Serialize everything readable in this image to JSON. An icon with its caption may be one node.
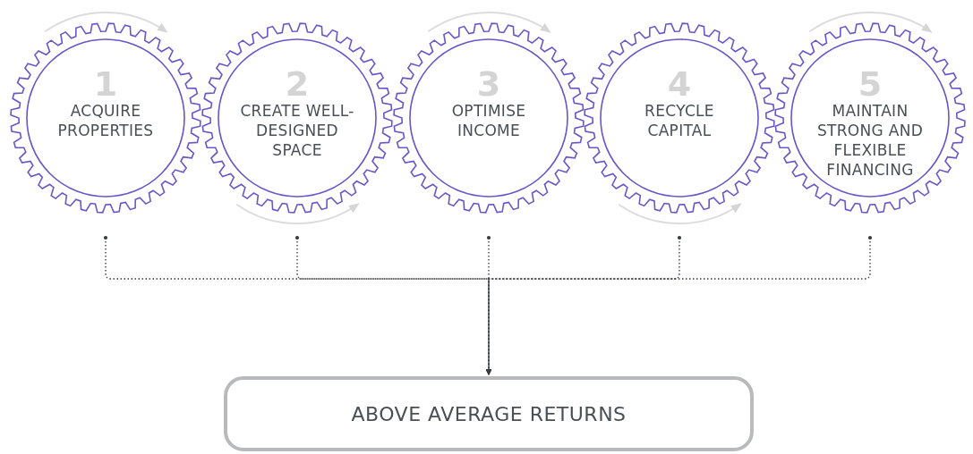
{
  "diagram": {
    "nodes": [
      {
        "text": [
          "1",
          "ACQUIRE PROPERTIES"
        ]
      },
      {
        "text": [
          "2",
          "CREATE WELL-DESIGNED SPACE"
        ]
      },
      {
        "text": [
          "3",
          "OPTIMISE INCOME"
        ]
      },
      {
        "text": [
          "4",
          "RECYCLE CAPITAL"
        ]
      },
      {
        "text": [
          "5",
          "MAINTAIN STRONG AND FLEXIBLE FINANCING"
        ]
      },
      {
        "text": [
          "ABOVE AVERAGE RETURNS"
        ]
      }
    ],
    "edges": [
      {
        "from": 0,
        "to": 5,
        "arrow": "to",
        "style": "dashed"
      },
      {
        "from": 1,
        "to": 5,
        "arrow": "to",
        "style": "dashed"
      },
      {
        "from": 2,
        "to": 5,
        "arrow": "to",
        "style": "dashed"
      },
      {
        "from": 3,
        "to": 5,
        "arrow": "to",
        "style": "dashed"
      },
      {
        "from": 4,
        "to": 5,
        "arrow": "to",
        "style": "dashed"
      }
    ]
  }
}
